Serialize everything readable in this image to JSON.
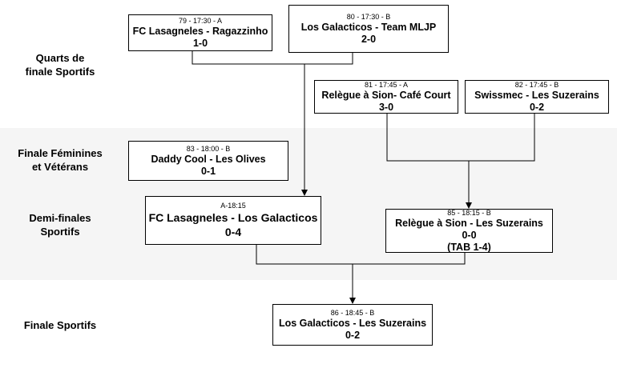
{
  "rows": {
    "quarts": "Quarts de finale Sportifs",
    "feminines": "Finale Féminines et Vétérans",
    "demi": "Demi-finales Sportifs",
    "finale": "Finale Sportifs"
  },
  "matches": {
    "m79": {
      "meta": "79 - 17:30 - A",
      "teams": "FC Lasagneles - Ragazzinho",
      "score": "1-0"
    },
    "m80": {
      "meta": "80 - 17:30 - B",
      "teams": "Los Galacticos - Team MLJP",
      "score": "2-0"
    },
    "m81": {
      "meta": "81 - 17:45 - A",
      "teams": "Relègue à Sion- Café Court",
      "score": "3-0"
    },
    "m82": {
      "meta": "82 - 17:45 - B",
      "teams": "Swissmec - Les Suzerains",
      "score": "0-2"
    },
    "m83": {
      "meta": "83 - 18:00 - B",
      "teams": "Daddy Cool - Les Olives",
      "score": "0-1"
    },
    "mA": {
      "meta": "A-18:15",
      "teams": "FC Lasagneles - Los Galacticos",
      "score": "0-4"
    },
    "m85": {
      "meta": "85 - 18:15 - B",
      "teams": "Relègue à Sion - Les Suzerains",
      "score": "0-0",
      "note": "(TAB 1-4)"
    },
    "m86": {
      "meta": "86 - 18:45 - B",
      "teams": "Los Galacticos - Les Suzerains",
      "score": "0-2"
    }
  }
}
